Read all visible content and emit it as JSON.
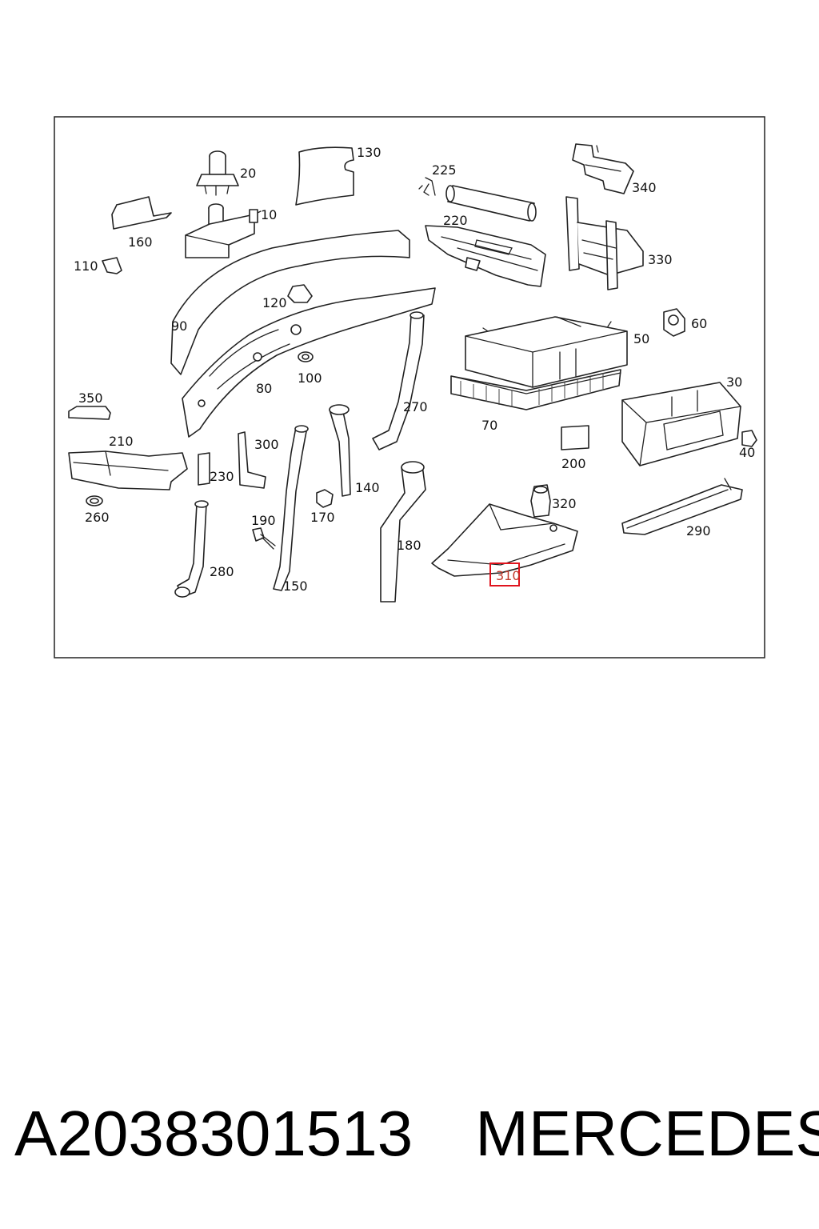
{
  "callouts": {
    "c20": "20",
    "c130": "130",
    "c225": "225",
    "c340": "340",
    "c10": "10",
    "c160": "160",
    "c220": "220",
    "c110": "110",
    "c330": "330",
    "c120": "120",
    "c90": "90",
    "c60": "60",
    "c50": "50",
    "c100": "100",
    "c80": "80",
    "c270": "270",
    "c30": "30",
    "c350": "350",
    "c70": "70",
    "c300": "300",
    "c210": "210",
    "c40": "40",
    "c200": "200",
    "c230": "230",
    "c140": "140",
    "c320": "320",
    "c260": "260",
    "c190": "190",
    "c170": "170",
    "c290": "290",
    "c180": "180",
    "c280": "280",
    "c310": "310",
    "c150": "150"
  },
  "highlight": {
    "callout": "310",
    "color": "#e0141e"
  },
  "caption": {
    "part_number": "A2038301513",
    "brand": "MERCEDES"
  }
}
